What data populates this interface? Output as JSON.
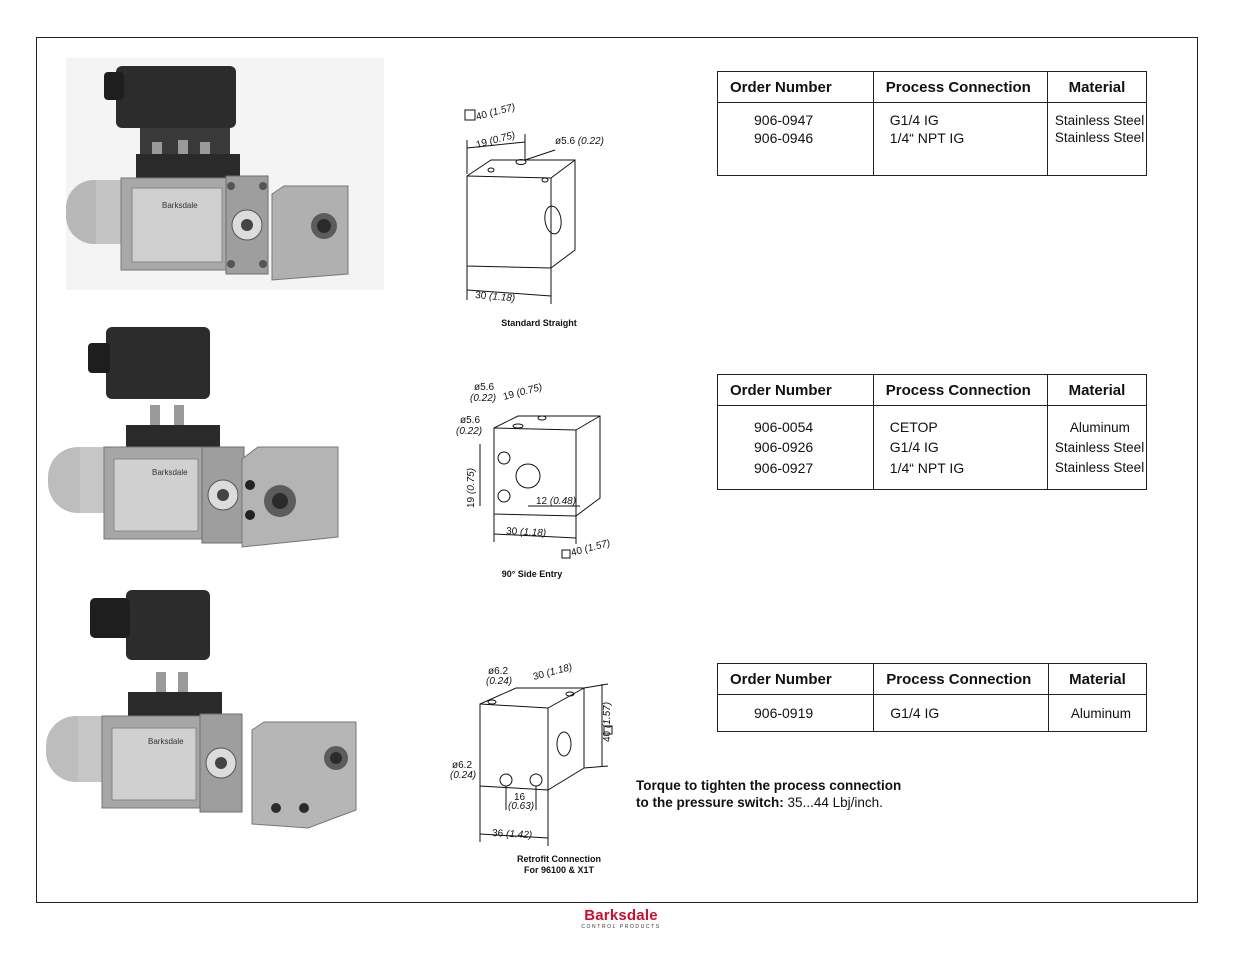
{
  "headers": {
    "order_number": "Order Number",
    "process_connection": "Process Connection",
    "material": "Material"
  },
  "sections": [
    {
      "caption": [
        "Standard Straight"
      ],
      "rows": [
        {
          "order": "906-0947",
          "connection": "G1/4 IG",
          "material": "Stainless Steel"
        },
        {
          "order": "906-0946",
          "connection": "1/4“ NPT IG",
          "material": "Stainless Steel"
        }
      ],
      "dims": {
        "a": "40",
        "a_in": "(1.57)",
        "b": "19",
        "b_in": "(0.75)",
        "c": "ø5.6",
        "c_in": "(0.22)",
        "d": "30",
        "d_in": "(1.18)"
      }
    },
    {
      "caption": [
        "90° Side Entry"
      ],
      "rows": [
        {
          "order": "906-0054",
          "connection": "CETOP",
          "material": "Aluminum"
        },
        {
          "order": "906-0926",
          "connection": "G1/4 IG",
          "material": "Stainless Steel"
        },
        {
          "order": "906-0927",
          "connection": "1/4“ NPT IG",
          "material": "Stainless Steel"
        }
      ],
      "dims": {
        "a": "ø5.6",
        "a_in": "(0.22)",
        "b": "19",
        "b_in": "(0.75)",
        "c": "ø5.6",
        "c_in": "(0.22)",
        "d": "19",
        "d_in": "(0.75)",
        "e": "12",
        "e_in": "(0.48)",
        "f": "30",
        "f_in": "(1.18)",
        "g": "40",
        "g_in": "(1.57)"
      }
    },
    {
      "caption": [
        "Retrofit Connection",
        "For 96100 & X1T"
      ],
      "rows": [
        {
          "order": "906-0919",
          "connection": "G1/4 IG",
          "material": "Aluminum"
        }
      ],
      "dims": {
        "a": "ø6.2",
        "a_in": "(0.24)",
        "b": "30",
        "b_in": "(1.18)",
        "c": "40",
        "c_in": "(1.57)",
        "d": "ø6.2",
        "d_in": "(0.24)",
        "e": "16",
        "e_in": "(0.63)",
        "f": "36",
        "f_in": "(1.42)"
      }
    }
  ],
  "torque": {
    "bold": "Torque to tighten the process connection",
    "bold2": "to the pressure switch:",
    "value": " 35...44 Lbj/inch."
  },
  "photo_labels": {
    "brand": "Barksdale"
  },
  "logo": {
    "brand": "Barksdale",
    "sub": "CONTROL PRODUCTS"
  },
  "colors": {
    "brand_red": "#c8102e",
    "border": "#222222"
  }
}
